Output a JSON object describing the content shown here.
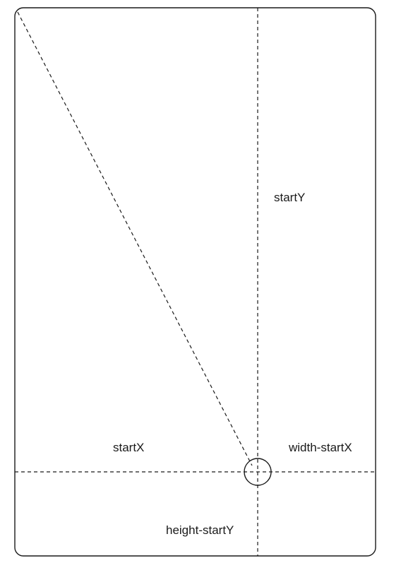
{
  "labels": {
    "start_y": "startY",
    "start_x": "startX",
    "width_minus_start_x": "width-startX",
    "height_minus_start_y": "height-startY"
  },
  "colors": {
    "stroke": "#1a1a1a",
    "background": "#ffffff"
  }
}
